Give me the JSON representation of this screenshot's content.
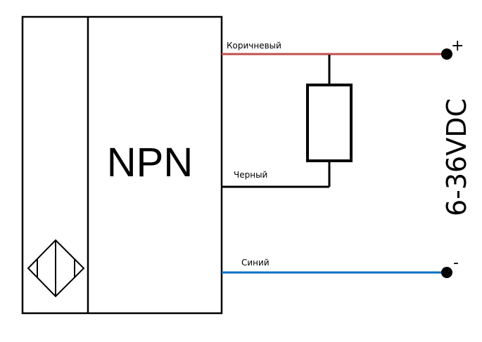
{
  "sensor": {
    "type_label": "NPN",
    "symbol": "inductive-sensor-icon"
  },
  "wires": {
    "brown": {
      "label": "Коричневый",
      "color": "#c0504d"
    },
    "black": {
      "label": "Черный",
      "color": "#000000"
    },
    "blue": {
      "label": "Синий",
      "color": "#0070c0"
    }
  },
  "load": {
    "symbol": "resistor-icon"
  },
  "power": {
    "voltage_label": "6-36VDC",
    "positive_label": "+",
    "negative_label": "-"
  }
}
